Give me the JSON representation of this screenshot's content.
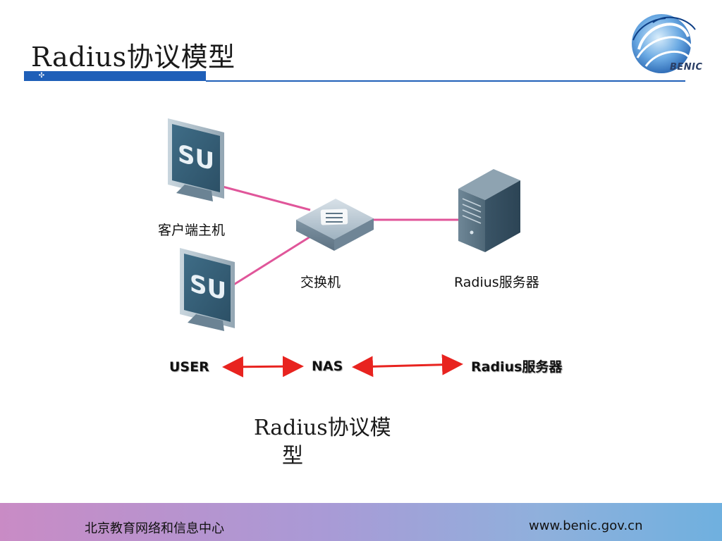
{
  "slide": {
    "title": "Radius协议模型",
    "caption_line1": "Radius协议模",
    "caption_line2": "型"
  },
  "logo": {
    "text": "BENIC"
  },
  "diagram": {
    "client_label": "客户端主机",
    "switch_label": "交换机",
    "server_label": "Radius服务器",
    "monitor_glyph": "SU"
  },
  "flow": {
    "user": "USER",
    "nas": "NAS",
    "server": "Radius服务器"
  },
  "footer": {
    "org": "北京教育网络和信息中心",
    "url": "www.benic.gov.cn"
  },
  "colors": {
    "accent": "#1f5fb8",
    "link_line": "#e0569a",
    "arrow": "#e8231f"
  }
}
